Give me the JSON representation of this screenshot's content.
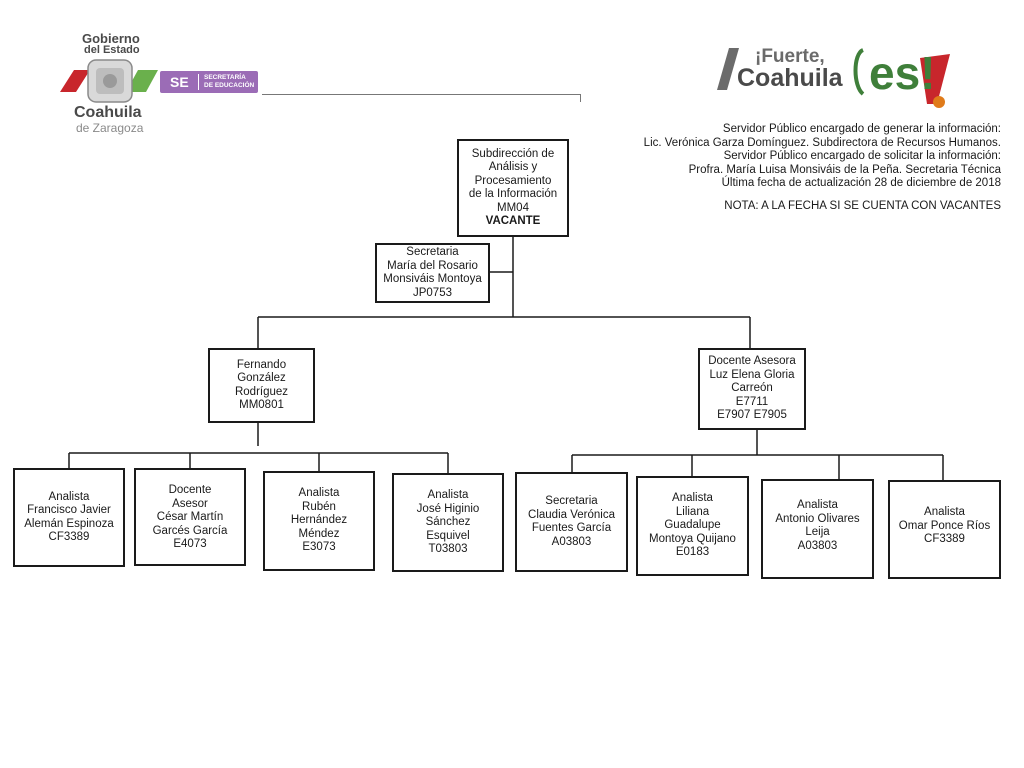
{
  "header": {
    "gov_logo": {
      "line1": "Gobierno",
      "line2": "del Estado",
      "state": "Coahuila",
      "sub": "de Zaragoza",
      "colors": {
        "red": "#c8262c",
        "green": "#6ab04c",
        "purple": "#8c5aa8"
      }
    },
    "se_badge": {
      "abbr": "SE",
      "line1": "SECRETARÍA",
      "line2": "DE EDUCACIÓN",
      "color": "#9b6cb6"
    },
    "brand_logo": {
      "line1": "¡Fuerte,",
      "line2": "Coahuila",
      "big": "es!",
      "colors": {
        "gray": "#6b6b6b",
        "green": "#3f7f3a",
        "red": "#c8262c",
        "orange": "#e07b1a"
      }
    }
  },
  "info": {
    "l1": "Servidor Público encargado de generar la información:",
    "l2": "Lic. Verónica Garza Domínguez. Subdirectora de Recursos Humanos.",
    "l3": "Servidor Público encargado de solicitar la información:",
    "l4": "Profra. María Luisa Monsiváis de la Peña. Secretaria Técnica",
    "l5": "Última fecha de actualización 28 de diciembre de 2018",
    "note": "NOTA: A LA FECHA SI SE CUENTA CON VACANTES"
  },
  "org": {
    "top": {
      "l1": "Subdirección de",
      "l2": "Análisis y",
      "l3": "Procesamiento",
      "l4": "de la Información",
      "l5": "MM04",
      "l6": "VACANTE"
    },
    "secretaria": {
      "l1": "Secretaria",
      "l2": "María del Rosario",
      "l3": "Monsiváis Montoya",
      "l4": "JP0753"
    },
    "left_head": {
      "l1": "Fernando",
      "l2": "González",
      "l3": "Rodríguez",
      "l4": "MM0801"
    },
    "right_head": {
      "l1": "Docente Asesora",
      "l2": "Luz Elena Gloria",
      "l3": "Carreón",
      "l4": "E7711",
      "l5": "E7907 E7905"
    },
    "left_children": [
      {
        "l1": "Analista",
        "l2": "Francisco Javier",
        "l3": "Alemán Espinoza",
        "l4": "CF3389"
      },
      {
        "l1": "Docente",
        "l2": "Asesor",
        "l3": "César Martín",
        "l4": "Garcés García",
        "l5": "E4073"
      },
      {
        "l1": "Analista",
        "l2": "Rubén",
        "l3": "Hernández",
        "l4": "Méndez",
        "l5": "E3073"
      },
      {
        "l1": "Analista",
        "l2": "José Higinio",
        "l3": "Sánchez",
        "l4": "Esquivel",
        "l5": "T03803"
      }
    ],
    "right_children": [
      {
        "l1": "Secretaria",
        "l2": "Claudia Verónica",
        "l3": "Fuentes García",
        "l4": "A03803"
      },
      {
        "l1": "Analista",
        "l2": "Liliana",
        "l3": "Guadalupe",
        "l4": "Montoya Quijano",
        "l5": "E0183"
      },
      {
        "l1": "Analista",
        "l2": "Antonio Olivares",
        "l3": "Leija",
        "l4": "A03803"
      },
      {
        "l1": "Analista",
        "l2": "Omar Ponce Ríos",
        "l3": "CF3389"
      }
    ]
  }
}
